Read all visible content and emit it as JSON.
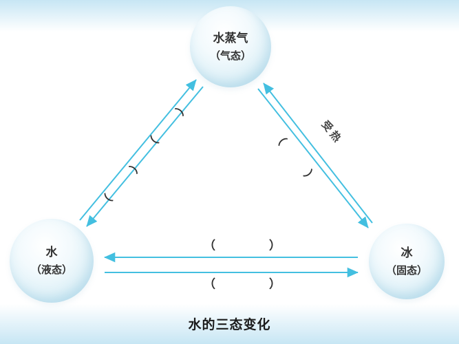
{
  "title": "水的三态变化",
  "nodes": {
    "vapor": {
      "name": "水蒸气",
      "state": "（气态）"
    },
    "water": {
      "name": "水",
      "state": "（液态）"
    },
    "ice": {
      "name": "冰",
      "state": "（固态）"
    }
  },
  "labels": {
    "heated": "受热",
    "blank_open": "（",
    "blank_close": "）"
  },
  "colors": {
    "arrow": "#43bfe0",
    "text": "#333333",
    "background_band": "#c7e6f4"
  }
}
